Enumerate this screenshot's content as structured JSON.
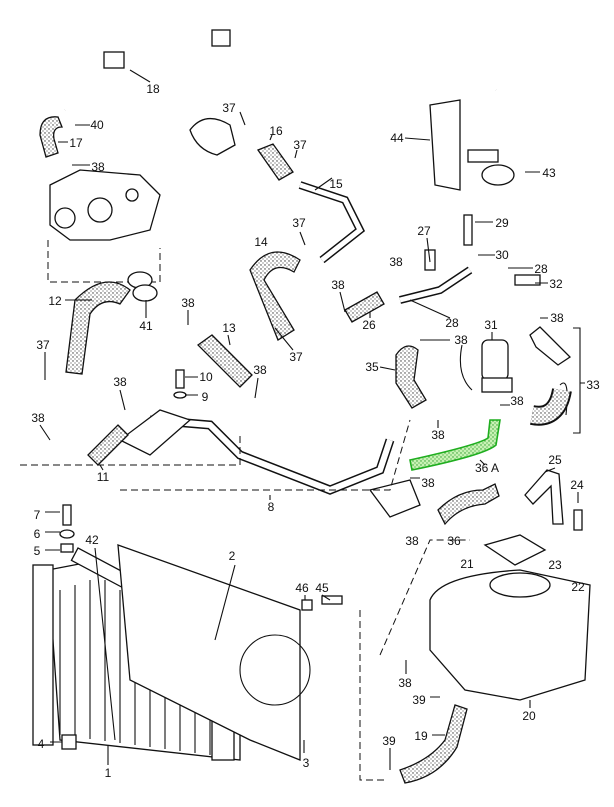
{
  "labels": [
    "18",
    "40",
    "17",
    "38",
    "37",
    "16",
    "37",
    "15",
    "44",
    "43",
    "37",
    "14",
    "27",
    "29",
    "30",
    "28",
    "32",
    "12",
    "41",
    "38",
    "13",
    "37",
    "38",
    "26",
    "28",
    "38",
    "38",
    "31",
    "38",
    "37",
    "10",
    "9",
    "38",
    "38",
    "35",
    "38",
    "33",
    "38",
    "38",
    "11",
    "36 A",
    "8",
    "38",
    "25",
    "24",
    "7",
    "6",
    "5",
    "42",
    "2",
    "38",
    "36",
    "21",
    "23",
    "22",
    "46",
    "45",
    "3",
    "38",
    "39",
    "20",
    "4",
    "1",
    "39",
    "19"
  ],
  "highlight": {
    "part": "36 A",
    "stroke": "#1fae1f",
    "fill": "#bff0a8"
  },
  "colors": {
    "line": "#111111",
    "background": "#ffffff"
  }
}
